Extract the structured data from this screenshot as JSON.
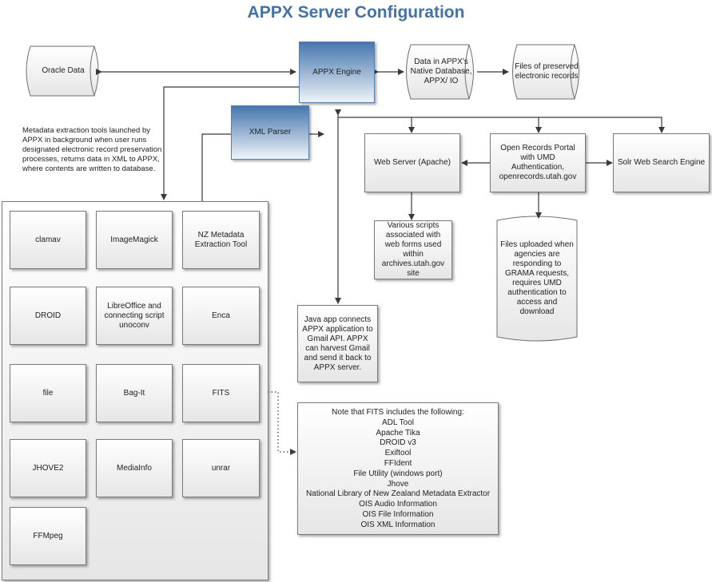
{
  "title": "APPX Server Configuration",
  "nodes": {
    "oracle": "Oracle Data",
    "engine": "APPX Engine",
    "native_db": "Data in APPX's Native Database, APPX/ IO",
    "files_preserved": "Files of preserved electronic records",
    "xml_parser": "XML Parser",
    "web_server": "Web Server (Apache)",
    "open_records": "Open Records Portal with UMD Authentication, openrecords.utah.gov",
    "solr": "Solr Web Search Engine",
    "scripts": "Various scripts associated with web forms used within archives.utah.gov site",
    "files_uploaded": "Files uploaded when agencies are responding to GRAMA requests, requires UMD authentication to access and download",
    "java_app": "Java app connects APPX application to Gmail API. APPX can harvest Gmail and send it back to APPX server."
  },
  "metadata_note": "Metadata extraction tools launched by APPX in background when user runs designated electronic record preservation processes, returns data in XML to APPX, where contents are written to database.",
  "tools": [
    "clamav",
    "ImageMagick",
    "NZ Metadata Extraction Tool",
    "DROID",
    "LibreOffice and connecting script unoconv",
    "Enca",
    "file",
    "Bag-It",
    "FITS",
    "JHOVE2",
    "MediaInfo",
    "unrar",
    "FFMpeg"
  ],
  "fits_note": {
    "heading": "Note that FITS includes the following:",
    "items": [
      "ADL Tool",
      "Apache Tika",
      "DROID v3",
      "Exiftool",
      "FFIdent",
      "File Utility (windows port)",
      "Jhove",
      "National Library of New Zealand Metadata Extractor",
      "OIS Audio Information",
      "OIS File Information",
      "OIS XML Information"
    ]
  }
}
